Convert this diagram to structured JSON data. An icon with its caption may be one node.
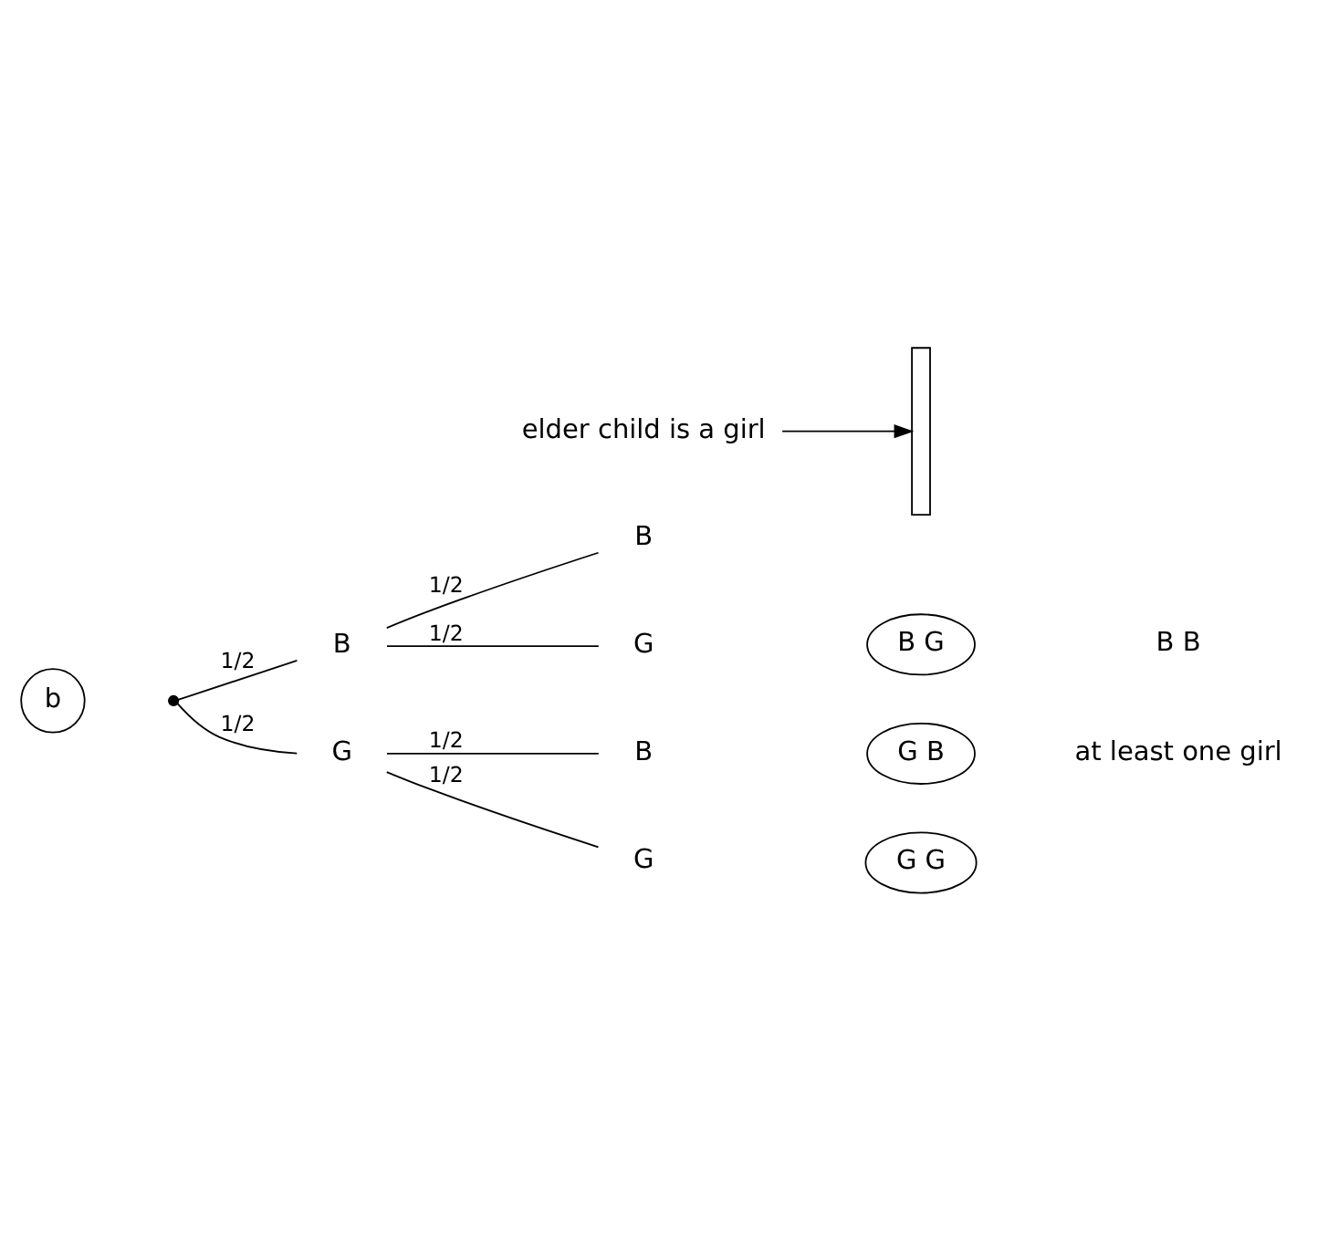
{
  "diagram": {
    "nodes": [
      {
        "text": [
          "b"
        ]
      },
      {
        "text": [],
        "shape": "dot"
      },
      {
        "text": [
          "B"
        ]
      },
      {
        "text": [
          "G"
        ]
      },
      {
        "text": [
          "B"
        ]
      },
      {
        "text": [
          "G"
        ]
      },
      {
        "text": [
          "B"
        ]
      },
      {
        "text": [
          "G"
        ]
      },
      {
        "text": [
          "B G"
        ]
      },
      {
        "text": [
          "G B"
        ]
      },
      {
        "text": [
          "G G"
        ]
      },
      {
        "text": [],
        "shape": "bracket"
      },
      {
        "text": [
          "elder child is a girl"
        ]
      }
    ],
    "edges": [
      {
        "from": 1,
        "to": 2,
        "arrow": "none",
        "label": "1/2"
      },
      {
        "from": 1,
        "to": 3,
        "arrow": "none",
        "label": "1/2"
      },
      {
        "from": 2,
        "to": 4,
        "arrow": "none",
        "label": "1/2"
      },
      {
        "from": 2,
        "to": 5,
        "arrow": "none",
        "label": "1/2"
      },
      {
        "from": 3,
        "to": 6,
        "arrow": "none",
        "label": "1/2"
      },
      {
        "from": 3,
        "to": 7,
        "arrow": "none",
        "label": "1/2"
      },
      {
        "from": 12,
        "to": 11,
        "arrow": "to"
      }
    ],
    "labels": [
      "B B",
      "at least one girl"
    ]
  }
}
